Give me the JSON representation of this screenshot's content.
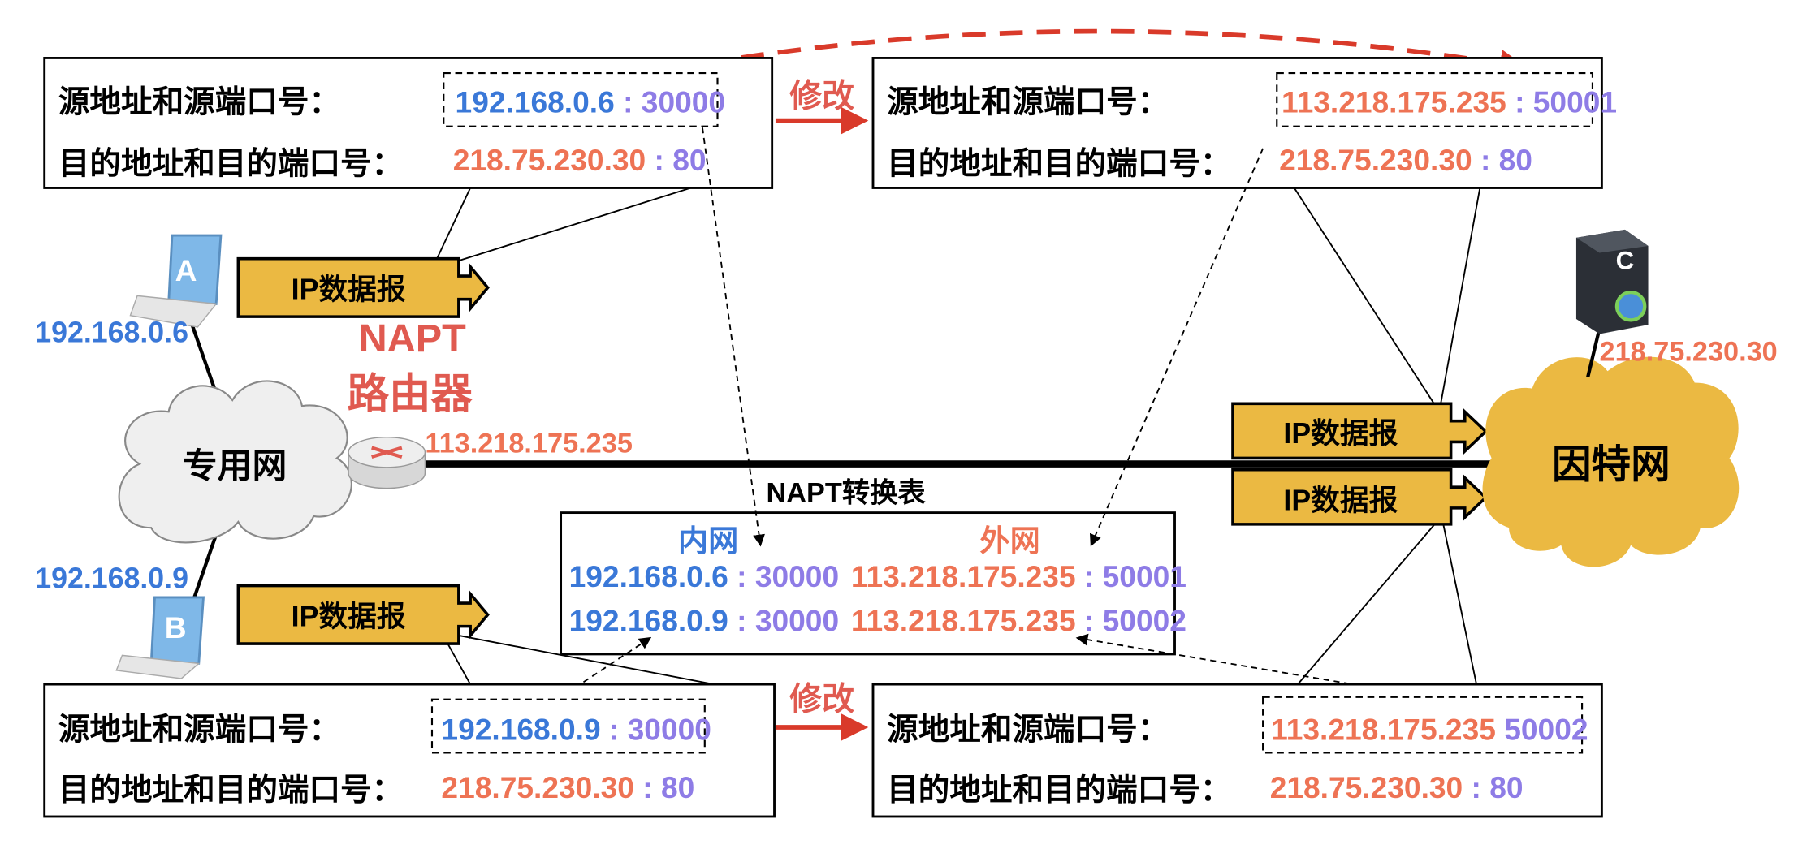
{
  "labels": {
    "src": "源地址和源端口号：",
    "dst": "目的地址和目的端口号：",
    "modify": "修改",
    "datagram": "IP数据报",
    "router_line1": "NAPT",
    "router_line2": "路由器",
    "private_net": "专用网",
    "internet": "因特网",
    "table_title": "NAPT转换表",
    "inner": "内网",
    "outer": "外网",
    "host_a": "A",
    "host_b": "B",
    "server_c": "C"
  },
  "hosts": {
    "a_ip": "192.168.0.6",
    "b_ip": "192.168.0.9",
    "router_ip": "113.218.175.235",
    "server_ip": "218.75.230.30"
  },
  "packets": {
    "top_left": {
      "src_ip": "192.168.0.6",
      "src_sep": " : ",
      "src_port": "30000",
      "dst_ip": "218.75.230.30",
      "dst_sep": " : ",
      "dst_port": "80"
    },
    "top_right": {
      "src_ip": "113.218.175.235",
      "src_sep": " : ",
      "src_port": "50001",
      "dst_ip": "218.75.230.30",
      "dst_sep": " : ",
      "dst_port": "80"
    },
    "bottom_left": {
      "src_ip": "192.168.0.9",
      "src_sep": " : ",
      "src_port": "30000",
      "dst_ip": "218.75.230.30",
      "dst_sep": " : ",
      "dst_port": "80"
    },
    "bottom_right": {
      "src_ip": "113.218.175.235",
      "src_sep": " ",
      "src_port": "50002",
      "dst_ip": "218.75.230.30",
      "dst_sep": " : ",
      "dst_port": "80"
    }
  },
  "table": {
    "rows": [
      {
        "in_ip": "192.168.0.6",
        "in_port": "30000",
        "out_ip": "113.218.175.235",
        "out_port": "50001"
      },
      {
        "in_ip": "192.168.0.9",
        "in_port": "30000",
        "out_ip": "113.218.175.235",
        "out_port": "50002"
      }
    ],
    "sep": " : "
  },
  "colors": {
    "private_ip": "#3A78D8",
    "port": "#8E7CE6",
    "public_ip": "#EE7354",
    "highlight": "#E05A50",
    "datagram": "#EBB942"
  }
}
